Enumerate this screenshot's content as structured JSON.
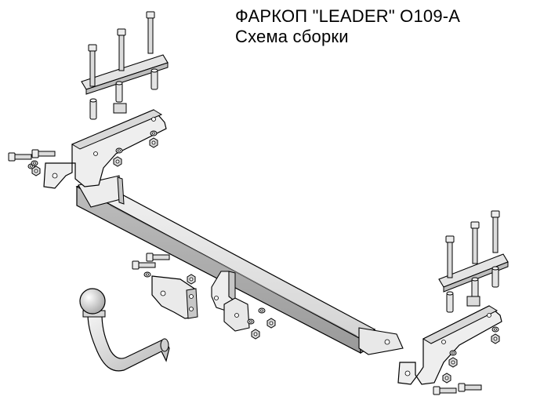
{
  "header": {
    "title": "ФАРКОП \"LEADER\" O109-A",
    "subtitle": "Схема сборки"
  },
  "colors": {
    "metal_light": "#e6e6e6",
    "metal_mid": "#c8c8c8",
    "metal_dark": "#9a9a9a",
    "outline": "#000000"
  },
  "parts": [
    "tow-bar-crossbeam",
    "left-mounting-bracket",
    "right-mounting-bracket",
    "left-clamp-plate",
    "right-clamp-plate",
    "ball-hitch-neck",
    "socket-plate",
    "hitch-holder-bracket",
    "bolts",
    "nuts",
    "washers",
    "spacer-tubes"
  ]
}
